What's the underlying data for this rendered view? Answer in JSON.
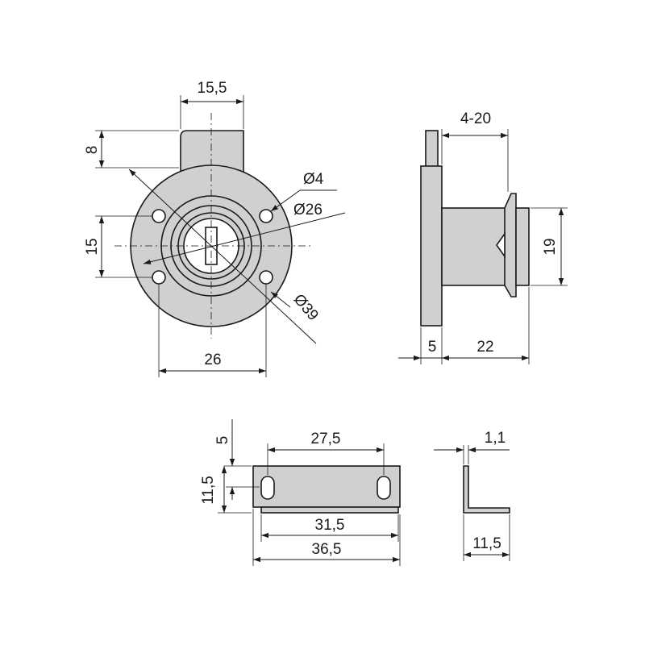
{
  "front_view": {
    "dim_width_top": "15,5",
    "dim_height_top": "8",
    "dim_hole": "Ø4",
    "dim_inner": "Ø26",
    "dim_vertical": "15",
    "dim_flange": "Ø39",
    "dim_width_bottom": "26"
  },
  "side_view": {
    "dim_range": "4-20",
    "dim_height": "19",
    "dim_flange_thickness": "5",
    "dim_body_length": "22"
  },
  "strike_plate": {
    "dim_offset": "5",
    "dim_height": "11,5",
    "dim_slot_spacing": "27,5",
    "dim_inner_length": "31,5",
    "dim_overall_length": "36,5"
  },
  "angle_profile": {
    "dim_thickness": "1,1",
    "dim_width": "11,5"
  },
  "colors": {
    "part_fill": "#cfd0d2",
    "line": "#1a1a1a"
  }
}
